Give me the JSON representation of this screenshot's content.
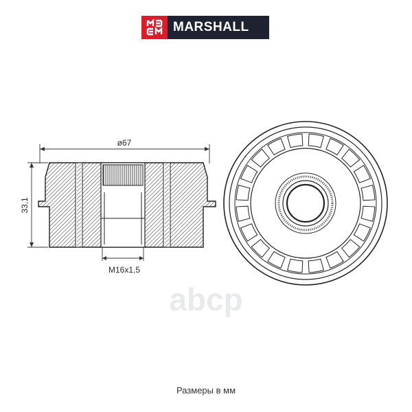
{
  "brand": {
    "name": "MARSHALL",
    "mark_text": "M∃M",
    "colors": {
      "dark": "#1f2230",
      "red": "#d71f2b"
    }
  },
  "watermark": "ABCP",
  "dimensions": {
    "diameter": "ø67",
    "height": "33,1",
    "thread": "M16x1,5"
  },
  "caption": "Размеры в мм",
  "icons": [
    "marshall-logo-icon"
  ]
}
